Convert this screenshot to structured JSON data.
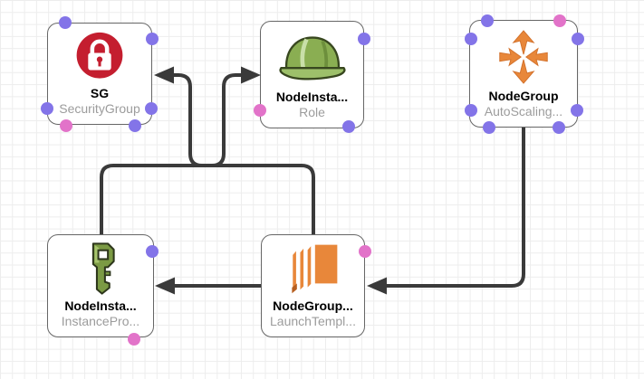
{
  "diagram": {
    "nodes": [
      {
        "id": "SG",
        "title": "SG",
        "subtitle": "SecurityGroup",
        "icon": "lock-icon"
      },
      {
        "id": "NodeInstanceRole",
        "title": "NodeInsta...",
        "subtitle": "Role",
        "icon": "hard-hat-icon"
      },
      {
        "id": "NodeGroup",
        "title": "NodeGroup",
        "subtitle": "AutoScaling...",
        "icon": "autoscaling-arrows-icon"
      },
      {
        "id": "NodeInstanceProfile",
        "title": "NodeInsta...",
        "subtitle": "InstancePro...",
        "icon": "key-icon"
      },
      {
        "id": "NodeGroupLaunchTemplate",
        "title": "NodeGroup...",
        "subtitle": "LaunchTempl...",
        "icon": "launch-template-icon"
      }
    ],
    "edges": [
      {
        "from": "NodeGroupLaunchTemplate",
        "to": "SG"
      },
      {
        "from": "NodeInstanceProfile",
        "to": "NodeInstanceRole"
      },
      {
        "from": "NodeGroup",
        "to": "NodeGroupLaunchTemplate"
      },
      {
        "from": "NodeGroupLaunchTemplate",
        "to": "NodeInstanceProfile"
      }
    ]
  },
  "colors": {
    "edge": "#3a3a3a",
    "node_border": "#666666",
    "handle_purple": "#8374e8",
    "handle_pink": "#e273c9",
    "title_text": "#000000",
    "subtitle_text": "#9c9c9c",
    "sg_icon_red": "#c41e2f",
    "role_icon_green": "#86a94e",
    "autoscaling_icon_orange": "#e8873a",
    "key_icon_green": "#7b9a44",
    "launch_template_orange": "#e8873a",
    "grid": "#ededed"
  }
}
